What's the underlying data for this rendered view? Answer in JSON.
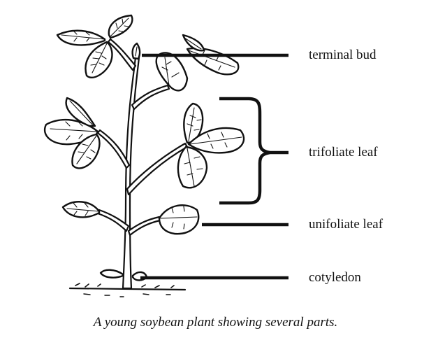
{
  "labels": {
    "terminal_bud": "terminal bud",
    "trifoliate_leaf": "trifoliate leaf",
    "unifoliate_leaf": "unifoliate leaf",
    "cotyledon": "cotyledon"
  },
  "caption": "A young soybean plant showing several parts.",
  "colors": {
    "ink": "#111111",
    "background": "#ffffff"
  }
}
